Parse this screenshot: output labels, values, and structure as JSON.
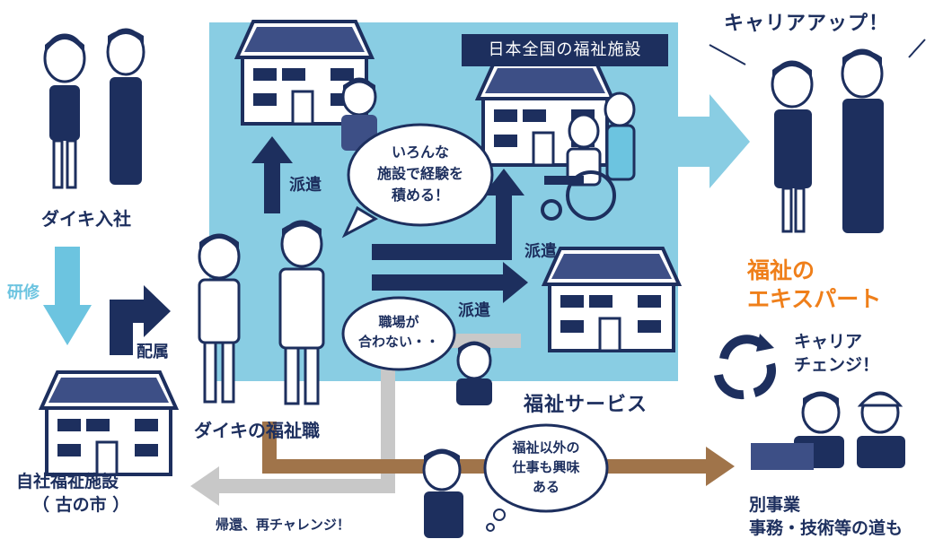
{
  "panel_title": "日本全国の福祉施設",
  "service_label": "福祉サービス",
  "daiki_join": "ダイキ入社",
  "training": "研修",
  "assignment": "配属",
  "own_facility": [
    "自社福祉施設",
    "（ 古の市 ）"
  ],
  "daiki_welfare_staff": "ダイキの福祉職",
  "dispatch": "派遣",
  "bubble_experience": [
    "いろんな",
    "施設で経験を",
    "積める！"
  ],
  "bubble_mismatch": [
    "職場が",
    "合わない・・"
  ],
  "bubble_interest": [
    "福祉以外の",
    "仕事も興味",
    "ある"
  ],
  "career_up": "キャリアアップ！",
  "welfare_expert": [
    "福祉の",
    "エキスパート"
  ],
  "career_change": [
    "キャリア",
    "チェンジ！"
  ],
  "other_business": [
    "別事業",
    "事務・技術等の道も"
  ],
  "return_challenge": "帰還、再チャレンジ！",
  "colors": {
    "navy": "#1d2f5e",
    "panel": "#89cde3",
    "light_blue": "#6cc4e0",
    "orange": "#ef7f1a",
    "brown": "#a0744a",
    "gray": "#c8c8c8"
  }
}
